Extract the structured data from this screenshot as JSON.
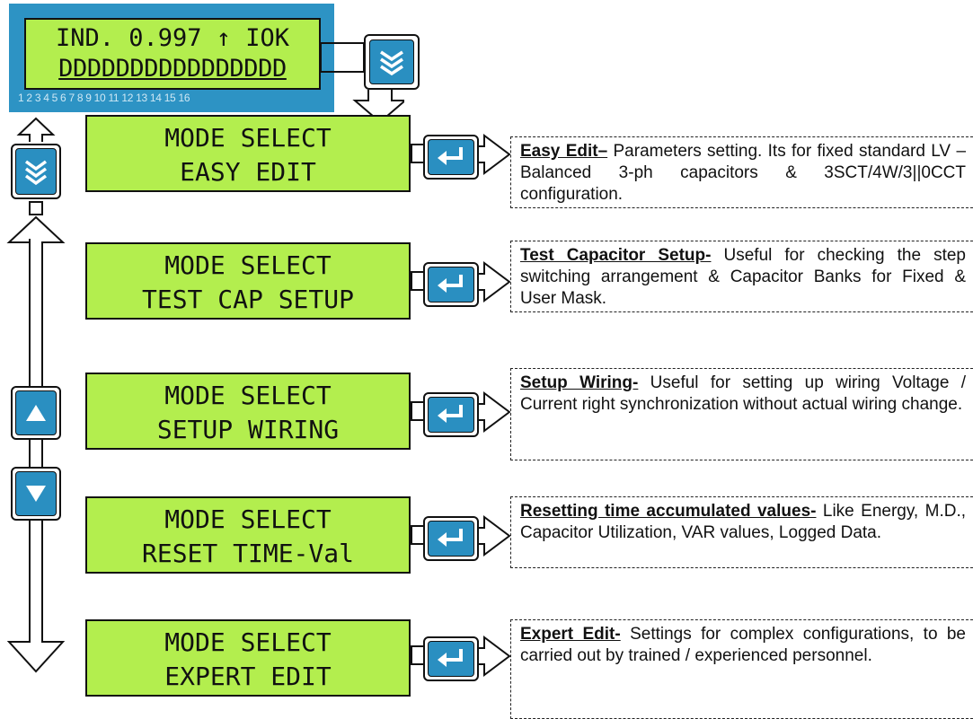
{
  "display": {
    "line1": "IND. 0.997 ↑ IOK",
    "line2": "DDDDDDDDDDDDDDDD",
    "step_numbers": "1 2 3 4 5 6 7 8 9 10 11 12 13 14 15 16"
  },
  "modes": [
    {
      "line1": "MODE SELECT",
      "line2": "EASY EDIT",
      "title": "Easy Edit–",
      "text": " Parameters setting. Its for fixed standard LV – Balanced 3-ph capacitors & 3SCT/4W/3||0CCT configuration."
    },
    {
      "line1": "MODE SELECT",
      "line2": "TEST CAP SETUP",
      "title": "Test Capacitor Setup-",
      "text": " Useful for checking the step switching arrangement & Capacitor Banks for Fixed & User Mask."
    },
    {
      "line1": "MODE SELECT",
      "line2": "SETUP WIRING",
      "title": "Setup Wiring-",
      "text": " Useful for setting up wiring Voltage / Current right synchronization without actual wiring change."
    },
    {
      "line1": "MODE SELECT",
      "line2": "RESET TIME-Val",
      "title": "Resetting time accumulated values-",
      "text": " Like Energy, M.D., Capacitor Utilization, VAR values, Logged Data."
    },
    {
      "line1": "MODE SELECT",
      "line2": "EXPERT EDIT",
      "title": "Expert Edit-",
      "text": " Settings for complex configurations, to be carried out by trained / experienced personnel."
    }
  ],
  "icons": {
    "scroll_down": "triple-chevron-down-icon",
    "enter": "enter-icon",
    "up": "up-triangle-icon",
    "down": "down-triangle-icon"
  },
  "colors": {
    "lcd": "#b3ee4e",
    "button": "#2a8fc1",
    "panel": "#2d93c4"
  }
}
